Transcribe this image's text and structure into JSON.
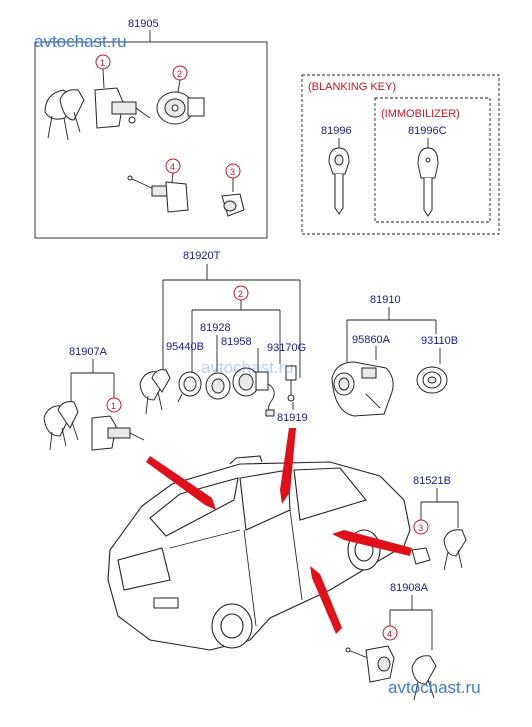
{
  "watermarks": [
    "avtochast.ru",
    "avtochast.ru",
    "avtochast.ru"
  ],
  "part_numbers": {
    "p81905": "81905",
    "p81996": "81996",
    "p81996c": "81996C",
    "p81920t": "81920T",
    "p81928": "81928",
    "p81958": "81958",
    "p95440b": "95440B",
    "p93170g": "93170G",
    "p81910": "81910",
    "p95860a": "95860A",
    "p93110b": "93110B",
    "p81907a": "81907A",
    "p81919": "81919",
    "p81521b": "81521B",
    "p81908a": "81908A"
  },
  "group_headers": {
    "blanking_key": "(BLANKING KEY)",
    "immobilizer": "(IMMOBILIZER)"
  },
  "callouts": {
    "c1": "1",
    "c2": "2",
    "c3": "3",
    "c4": "4",
    "c2b": "2",
    "c1b": "1",
    "c3b": "3",
    "c4b": "4"
  },
  "colors": {
    "part_number_text": "#1a1a8c",
    "header_text": "#d0112b",
    "callout": "#d0112b",
    "arrow": "#e01018",
    "watermark": "#3d7ad6"
  }
}
